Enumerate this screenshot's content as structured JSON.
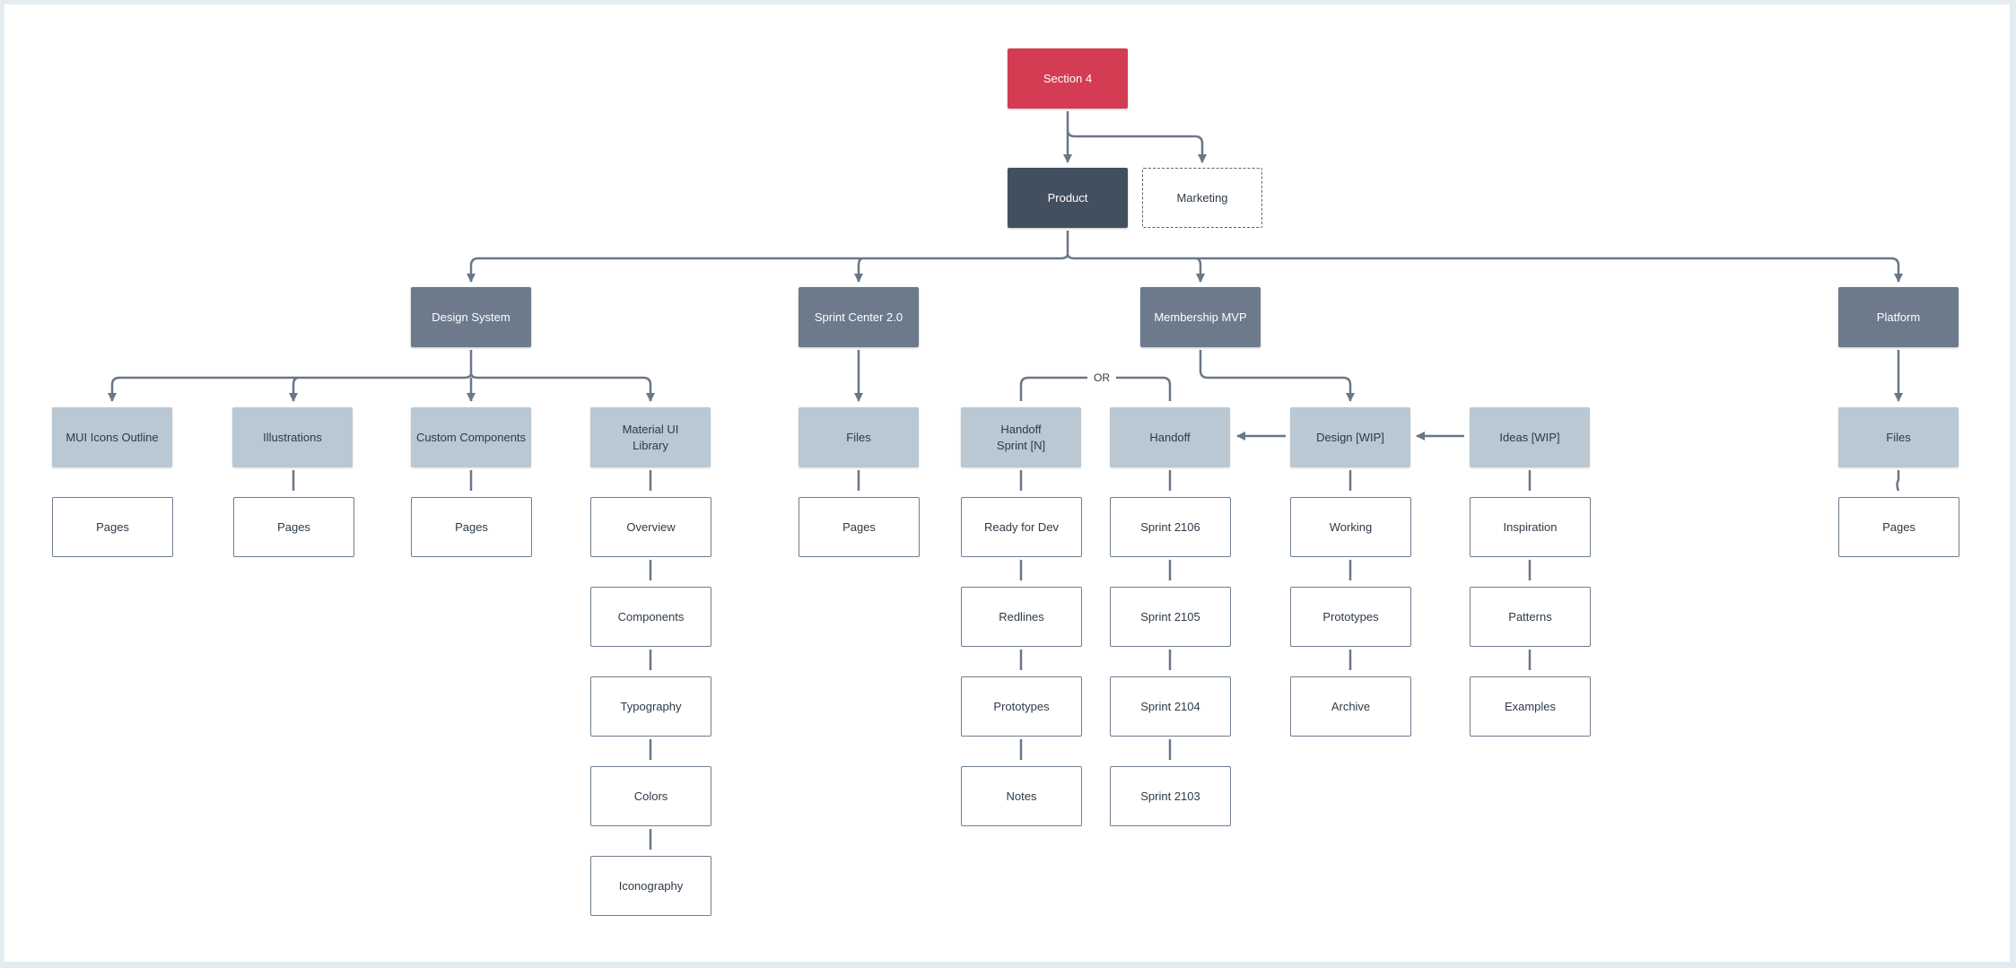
{
  "diagram": {
    "root": "Section 4",
    "product": "Product",
    "marketing": "Marketing",
    "or_label": "OR",
    "groups": {
      "design_system": "Design System",
      "sprint_center": "Sprint Center 2.0",
      "membership_mvp": "Membership MVP",
      "platform": "Platform"
    },
    "subgroups": {
      "mui_icons": "MUI Icons Outline",
      "illustrations": "Illustrations",
      "custom_components": "Custom Components",
      "material_ui": "Material UI\nLibrary",
      "sprint_files": "Files",
      "handoff_sprint": "Handoff\nSprint [N]",
      "handoff": "Handoff",
      "design_wip": "Design [WIP]",
      "ideas_wip": "Ideas [WIP]",
      "platform_files": "Files"
    },
    "leaves": {
      "mui_icons": [
        "Pages"
      ],
      "illustrations": [
        "Pages"
      ],
      "custom_components": [
        "Pages"
      ],
      "material_ui": [
        "Overview",
        "Components",
        "Typography",
        "Colors",
        "Iconography"
      ],
      "sprint_files": [
        "Pages"
      ],
      "handoff_sprint": [
        "Ready for Dev",
        "Redlines",
        "Prototypes",
        "Notes"
      ],
      "handoff": [
        "Sprint 2106",
        "Sprint 2105",
        "Sprint 2104",
        "Sprint 2103"
      ],
      "design_wip": [
        "Working",
        "Prototypes",
        "Archive"
      ],
      "ideas_wip": [
        "Inspiration",
        "Patterns",
        "Examples"
      ],
      "platform_files": [
        "Pages"
      ]
    },
    "colors": {
      "root": "#d33c53",
      "product": "#424f5e",
      "group": "#6c7a8b",
      "subgroup": "#bac8d4",
      "connector": "#6a7787"
    }
  }
}
